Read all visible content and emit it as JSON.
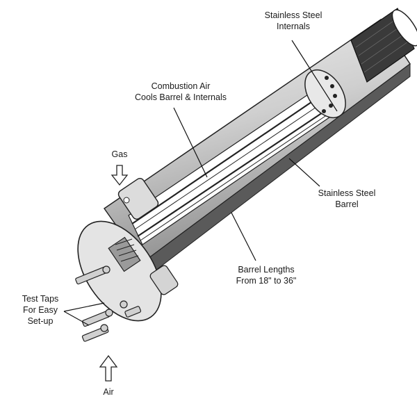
{
  "labels": {
    "stainless_internals": [
      "Stainless Steel",
      "Internals"
    ],
    "combustion_air": [
      "Combustion Air",
      "Cools Barrel & Internals"
    ],
    "gas": "Gas",
    "stainless_barrel": [
      "Stainless Steel",
      "Barrel"
    ],
    "barrel_lengths": [
      "Barrel Lengths",
      "From 18\" to 36\""
    ],
    "test_taps": [
      "Test Taps",
      "For Easy",
      "Set-up"
    ],
    "air": "Air"
  }
}
